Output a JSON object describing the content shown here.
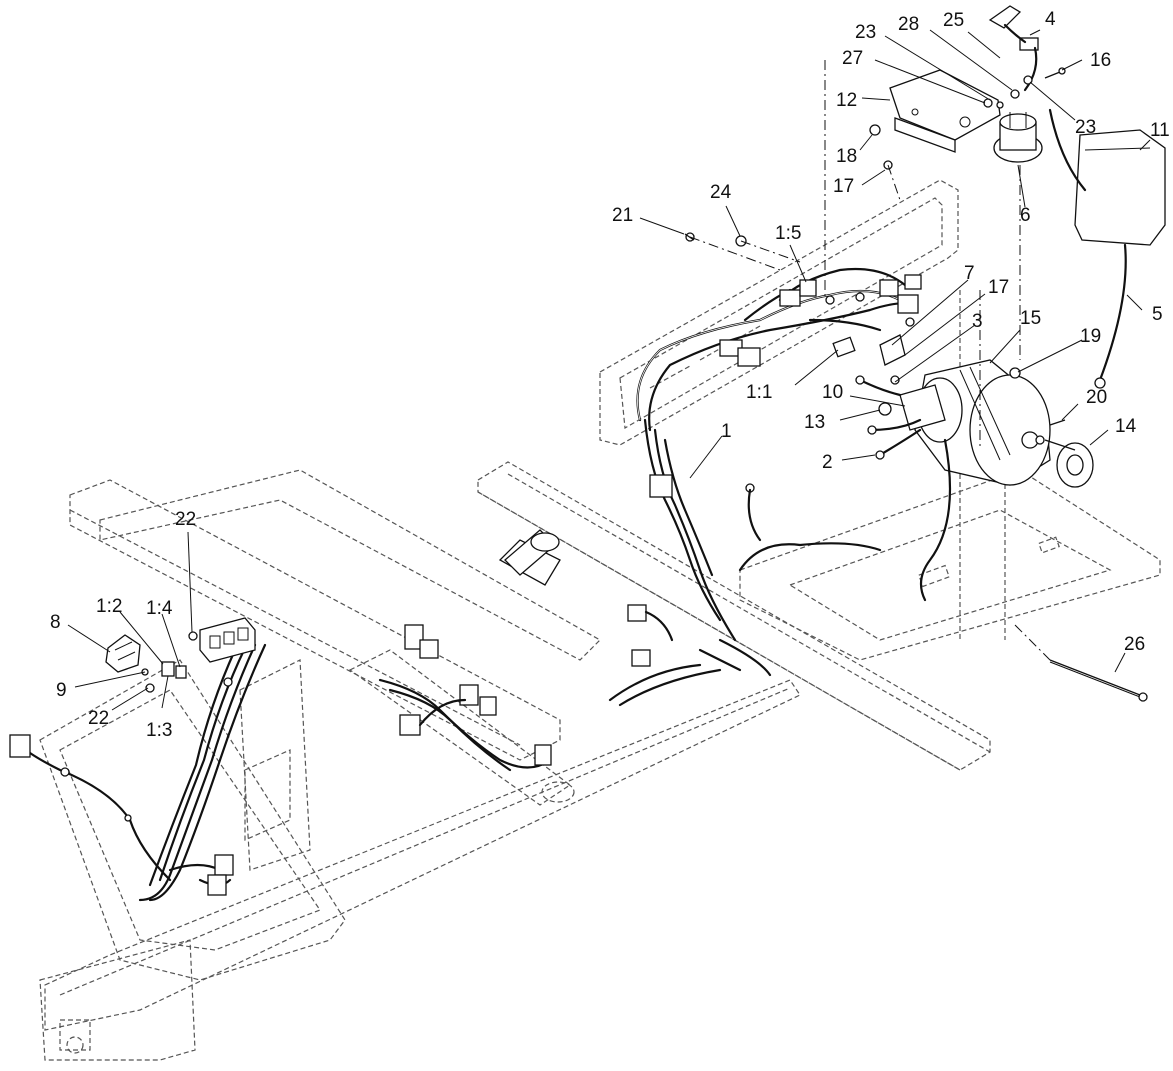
{
  "callouts": [
    {
      "id": "c-4",
      "label": "4"
    },
    {
      "id": "c-25",
      "label": "25"
    },
    {
      "id": "c-28",
      "label": "28"
    },
    {
      "id": "c-23a",
      "label": "23"
    },
    {
      "id": "c-16",
      "label": "16"
    },
    {
      "id": "c-27",
      "label": "27"
    },
    {
      "id": "c-12",
      "label": "12"
    },
    {
      "id": "c-23b",
      "label": "23"
    },
    {
      "id": "c-11",
      "label": "11"
    },
    {
      "id": "c-18",
      "label": "18"
    },
    {
      "id": "c-17a",
      "label": "17"
    },
    {
      "id": "c-6",
      "label": "6"
    },
    {
      "id": "c-24",
      "label": "24"
    },
    {
      "id": "c-21",
      "label": "21"
    },
    {
      "id": "c-1-5",
      "label": "1:5"
    },
    {
      "id": "c-7",
      "label": "7"
    },
    {
      "id": "c-17b",
      "label": "17"
    },
    {
      "id": "c-5",
      "label": "5"
    },
    {
      "id": "c-3",
      "label": "3"
    },
    {
      "id": "c-15",
      "label": "15"
    },
    {
      "id": "c-19",
      "label": "19"
    },
    {
      "id": "c-1-1",
      "label": "1:1"
    },
    {
      "id": "c-10",
      "label": "10"
    },
    {
      "id": "c-20",
      "label": "20"
    },
    {
      "id": "c-13",
      "label": "13"
    },
    {
      "id": "c-14",
      "label": "14"
    },
    {
      "id": "c-1",
      "label": "1"
    },
    {
      "id": "c-2",
      "label": "2"
    },
    {
      "id": "c-22a",
      "label": "22"
    },
    {
      "id": "c-1-2",
      "label": "1:2"
    },
    {
      "id": "c-1-4",
      "label": "1:4"
    },
    {
      "id": "c-8",
      "label": "8"
    },
    {
      "id": "c-9",
      "label": "9"
    },
    {
      "id": "c-22b",
      "label": "22"
    },
    {
      "id": "c-1-3",
      "label": "1:3"
    },
    {
      "id": "c-26",
      "label": "26"
    }
  ]
}
